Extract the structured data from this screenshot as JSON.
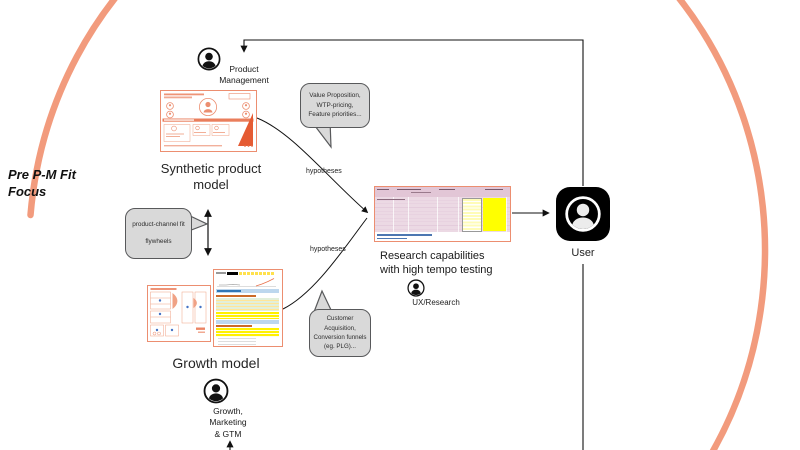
{
  "focus_note": {
    "line1": "Pre P-M Fit",
    "line2": "Focus"
  },
  "nodes": {
    "synthetic_model": {
      "line1": "Synthetic product",
      "line2": "model"
    },
    "growth_model": {
      "label": "Growth model"
    },
    "research": {
      "line1": "Research capabilities",
      "line2": "with high tempo testing"
    },
    "user": {
      "label": "User"
    }
  },
  "roles": {
    "product_management": {
      "line1": "Product",
      "line2": "Management"
    },
    "growth_marketing": {
      "line1": "Growth,",
      "line2": "Marketing",
      "line3": "& GTM"
    },
    "ux_research": {
      "label": "UX/Research"
    }
  },
  "bubbles": {
    "value_prop": {
      "line1": "Value Proposition,",
      "line2": "WTP-pricing,",
      "line3": "Feature priorities..."
    },
    "product_channel": {
      "line1": "product-channel fit",
      "line2": "flywheels"
    },
    "customer": {
      "line1": "Customer",
      "line2": "Acquisition,",
      "line3": "Conversion funnels",
      "line4": "(eg. PLG)..."
    }
  },
  "edge_labels": {
    "hypotheses_top": "hypotheses",
    "hypotheses_bottom": "hypotheses"
  },
  "icons": {
    "product_management": "person-circle-icon",
    "growth_marketing": "person-circle-icon",
    "ux_research": "person-circle-icon",
    "user": "person-app-icon"
  },
  "colors": {
    "arc": "#F29B7D",
    "bubble_fill": "#D9D9D9",
    "bubble_border": "#58595B",
    "card_border": "#EC8E70",
    "accent_orange": "#E8704A",
    "user_icon_bg": "#000000",
    "sheet_pink": "#ECD9E4",
    "sheet_yellow": "#FFFF00",
    "sheet_green": "#E2EFDA",
    "sheet_blue": "#BDD7EE"
  }
}
